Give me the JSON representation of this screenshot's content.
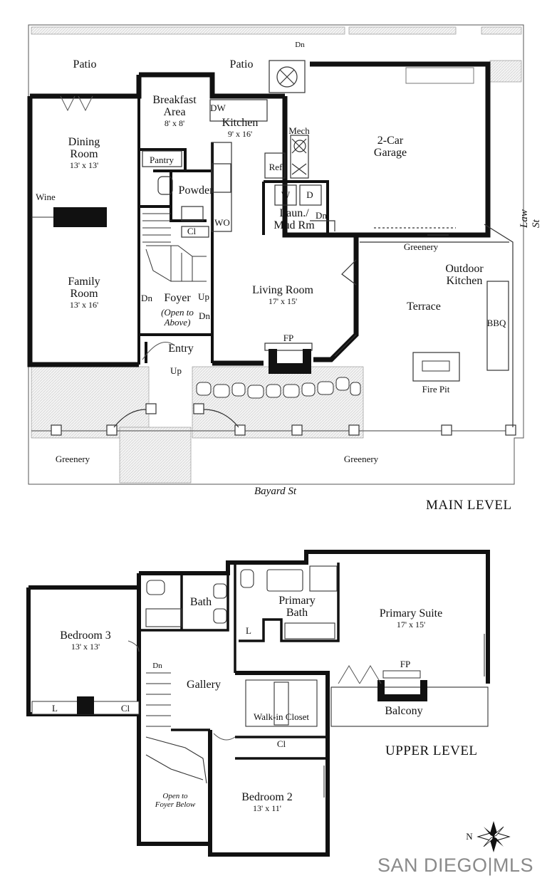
{
  "main_level": {
    "title": "MAIN LEVEL",
    "streets": {
      "bottom": "Bayard St",
      "right": "Law St"
    },
    "rooms": {
      "patio_left": {
        "name": "Patio"
      },
      "patio_right": {
        "name": "Patio"
      },
      "breakfast": {
        "name": "Breakfast Area",
        "line1": "Breakfast",
        "line2": "Area",
        "dim": "8' x 8'"
      },
      "kitchen": {
        "name": "Kitchen",
        "dim": "9' x 16'"
      },
      "dining": {
        "name": "Dining Room",
        "line1": "Dining",
        "line2": "Room",
        "dim": "13' x 13'"
      },
      "garage": {
        "name": "2-Car Garage",
        "line1": "2-Car",
        "line2": "Garage"
      },
      "pantry": {
        "name": "Pantry"
      },
      "powder": {
        "name": "Powder"
      },
      "laundry": {
        "name": "Laun./ Mud Rm",
        "line1": "Laun./",
        "line2": "Mud Rm"
      },
      "family": {
        "name": "Family Room",
        "line1": "Family",
        "line2": "Room",
        "dim": "13' x 16'"
      },
      "foyer": {
        "name": "Foyer",
        "note1": "(Open to",
        "note2": "Above)"
      },
      "living": {
        "name": "Living Room",
        "dim": "17' x 15'"
      },
      "terrace": {
        "name": "Terrace"
      },
      "outdoor_kitchen": {
        "line1": "Outdoor",
        "line2": "Kitchen"
      },
      "entry": {
        "name": "Entry"
      },
      "fire_pit": {
        "name": "Fire Pit"
      },
      "greenery_left": {
        "name": "Greenery"
      },
      "greenery_right": {
        "name": "Greenery"
      },
      "greenery_terrace": {
        "name": "Greenery"
      }
    },
    "labels": {
      "dw": "DW",
      "ref": "Ref",
      "mech": "Mech",
      "w": "W",
      "d": "D",
      "wo": "WO",
      "cl": "Cl",
      "wine": "Wine",
      "fp": "FP",
      "bbq": "BBQ",
      "dn_top": "Dn",
      "dn_laundry": "Dn",
      "dn_family": "Dn",
      "dn_foyer": "Dn",
      "up_foyer": "Up",
      "up_entry": "Up"
    }
  },
  "upper_level": {
    "title": "UPPER LEVEL",
    "rooms": {
      "bath": {
        "name": "Bath"
      },
      "primary_bath": {
        "line1": "Primary",
        "line2": "Bath"
      },
      "primary_suite": {
        "name": "Primary Suite",
        "dim": "17' x 15'"
      },
      "bedroom3": {
        "name": "Bedroom 3",
        "dim": "13' x 13'"
      },
      "gallery": {
        "name": "Gallery"
      },
      "walkin": {
        "name": "Walk-in Closet"
      },
      "balcony": {
        "name": "Balcony"
      },
      "bedroom2": {
        "name": "Bedroom 2",
        "dim": "13' x 11'"
      },
      "open_foyer": {
        "line1": "Open to",
        "line2": "Foyer Below"
      }
    },
    "labels": {
      "l_bath": "L",
      "l_bed3": "L",
      "cl_bed3": "Cl",
      "cl_bed2": "Cl",
      "dn": "Dn",
      "fp": "FP"
    }
  },
  "compass": {
    "north": "N"
  },
  "watermark": "SAN DIEGO|MLS",
  "colors": {
    "wall": "#111111",
    "hatch": "#d9d9d9",
    "line": "#444444",
    "watermark": "#8a8a8a"
  }
}
